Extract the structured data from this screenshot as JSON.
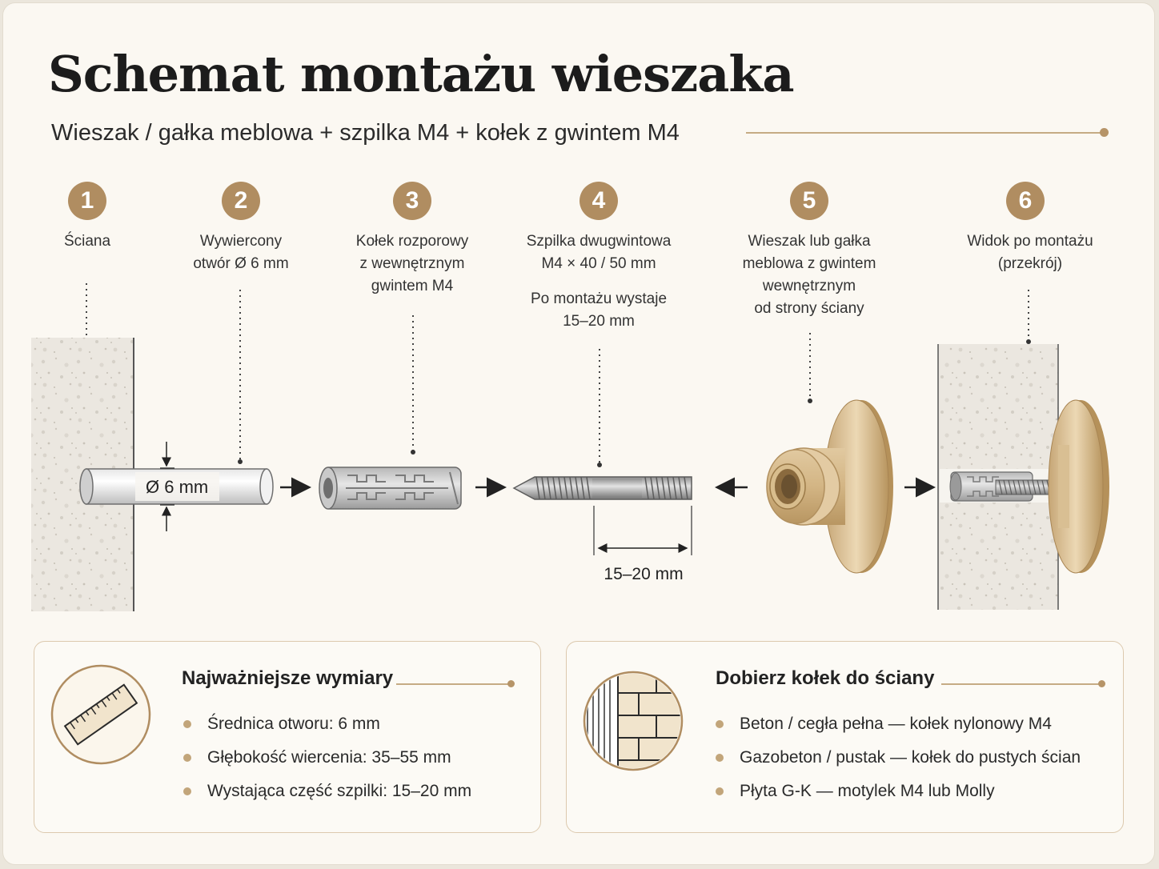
{
  "header": {
    "title": "Schemat montażu wieszaka",
    "subtitle": "Wieszak / gałka meblowa + szpilka M4 + kołek z gwintem M4"
  },
  "steps": [
    {
      "number": "1",
      "label": "Ściana"
    },
    {
      "number": "2",
      "label": "Wywiercony\notwór Ø 6 mm"
    },
    {
      "number": "3",
      "label": "Kołek rozporowy\nz wewnętrznym\ngwintem M4"
    },
    {
      "number": "4",
      "label": "Szpilka dwugwintowa\nM4 × 40 / 50 mm",
      "note": "Po montażu wystaje\n15–20 mm"
    },
    {
      "number": "5",
      "label": "Wieszak lub gałka\nmeblowa z gwintem\nwewnętrznym\nod strony ściany"
    },
    {
      "number": "6",
      "label": "Widok po montażu\n(przekrój)"
    }
  ],
  "dimensions": {
    "hole_diameter": "Ø 6 mm",
    "protrusion": "15–20 mm"
  },
  "cards": [
    {
      "title": "Najważniejsze wymiary",
      "icon": "ruler-icon",
      "items": [
        "Średnica otworu: 6 mm",
        "Głębokość wiercenia: 35–55 mm",
        "Wystająca część szpilki: 15–20 mm"
      ]
    },
    {
      "title": "Dobierz kołek do ściany",
      "icon": "brick-wall-icon",
      "items": [
        "Beton / cegła pełna — kołek nylonowy M4",
        "Gazobeton / pustak — kołek do pustych ścian",
        "Płyta G-K — motylek M4 lub Molly"
      ]
    }
  ],
  "colors": {
    "accent": "#b08d61",
    "background": "#fbf8f2",
    "brass": "#d8bf95",
    "wall": "#ebe7e0"
  }
}
